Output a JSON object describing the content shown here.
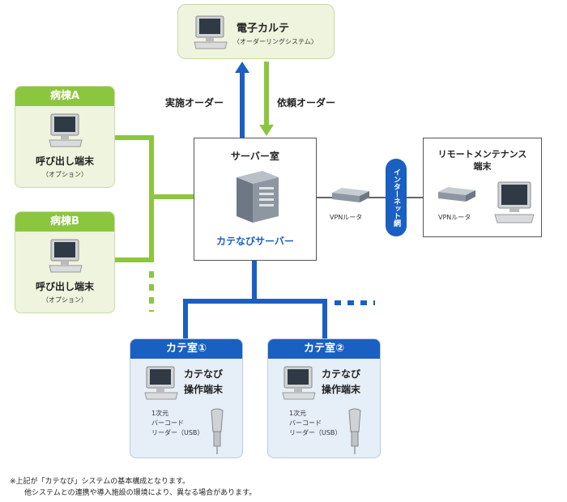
{
  "ekarte": {
    "title": "電子カルテ",
    "subtitle": "〈オーダーリングシステム〉"
  },
  "arrows": {
    "left_label": "実施オーダー",
    "right_label": "依頼オーダー"
  },
  "ward_a": {
    "title": "病棟A",
    "device": "呼び出し端末",
    "note": "（オプション）"
  },
  "ward_b": {
    "title": "病棟B",
    "device": "呼び出し端末",
    "note": "（オプション）"
  },
  "server": {
    "title": "サーバー室",
    "name": "カテなびサーバー"
  },
  "network": {
    "vpn_left": "VPNルータ",
    "vpn_right": "VPNルータ",
    "internet": "インターネット網"
  },
  "remote": {
    "line1": "リモートメンテナンス",
    "line2": "端末"
  },
  "room1": {
    "title": "カテ室①",
    "op1": "カテなび",
    "op2": "操作端末",
    "bc1": "1次元",
    "bc2": "バーコード",
    "bc3": "リーダー（USB）"
  },
  "room2": {
    "title": "カテ室②",
    "op1": "カテなび",
    "op2": "操作端末",
    "bc1": "1次元",
    "bc2": "バーコード",
    "bc3": "リーダー（USB）"
  },
  "footnote": {
    "line1": "※上記が「カテなび」システムの基本構成となります。",
    "line2": "他システムとの連携や導入施設の環境により、異なる場合があります。"
  },
  "colors": {
    "green": "#8cc63f",
    "blue": "#1a5fc2",
    "light_green": "#eef4dd",
    "light_blue": "#e6eef8"
  },
  "icons": [
    "pc-monitor-icon",
    "server-icon",
    "vpn-router-icon",
    "barcode-scanner-icon"
  ]
}
